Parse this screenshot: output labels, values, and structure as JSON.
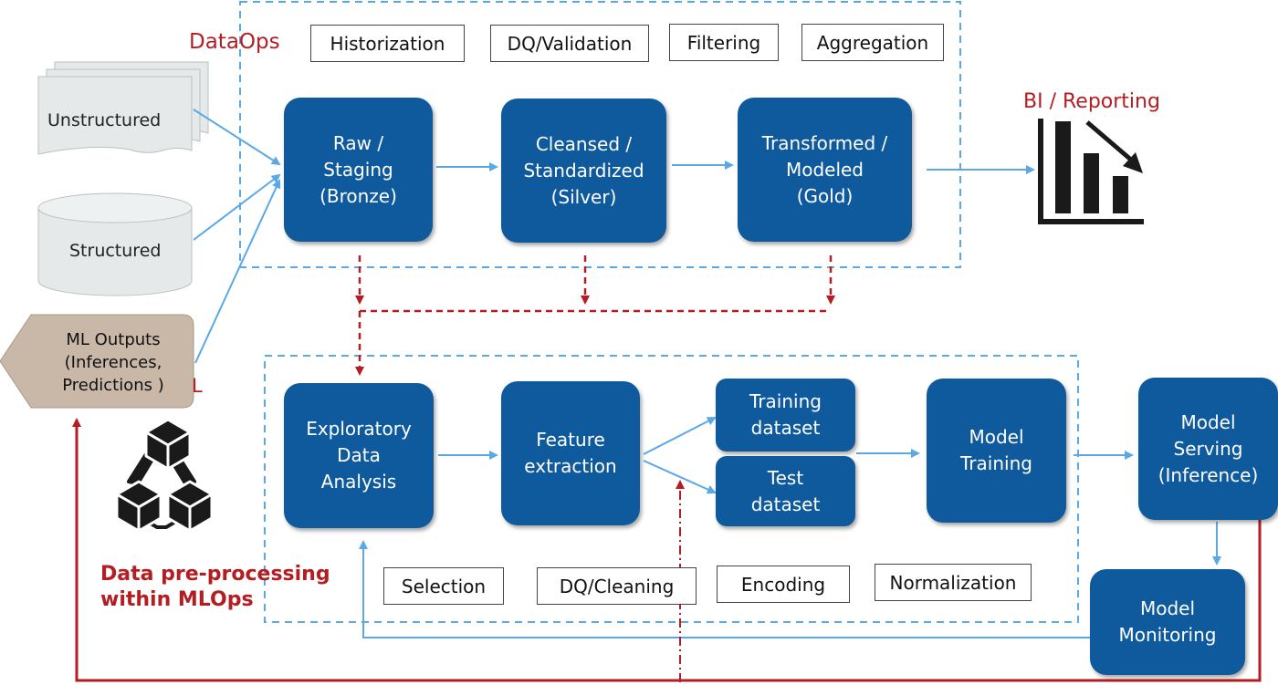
{
  "colors": {
    "box_blue": "#0e5a9d",
    "flow_blue": "#5aa8e6",
    "accent_red": "#b41e22",
    "source_gray": "#e6e9e9",
    "ml_outputs_tan": "#c9b8a8"
  },
  "dataops": {
    "title": "DataOps",
    "steps": [
      "Historization",
      "DQ/Validation",
      "Filtering",
      "Aggregation"
    ],
    "stages": {
      "bronze": [
        "Raw /",
        "Staging",
        "(Bronze)"
      ],
      "silver": [
        "Cleansed /",
        "Standardized",
        "(Silver)"
      ],
      "gold": [
        "Transformed /",
        "Modeled",
        "(Gold)"
      ]
    }
  },
  "sources": {
    "unstructured": "Unstructured",
    "structured": "Structured",
    "ml_outputs": [
      "ML Outputs",
      "(Inferences,",
      "Predictions )"
    ],
    "stray_mark": "L"
  },
  "bi": {
    "label": "BI / Reporting",
    "icon": "bar-chart-decline-icon"
  },
  "mlops": {
    "title": [
      "Data pre-processing",
      "within MLOps"
    ],
    "icon": "connected-cubes-icon",
    "steps": [
      "Selection",
      "DQ/Cleaning",
      "Encoding",
      "Normalization"
    ],
    "stages": {
      "eda": [
        "Exploratory",
        "Data",
        "Analysis"
      ],
      "feature": [
        "Feature",
        "extraction"
      ],
      "training_dataset": [
        "Training",
        "dataset"
      ],
      "test_dataset": [
        "Test",
        "dataset"
      ],
      "model_training": [
        "Model",
        "Training"
      ],
      "model_serving": [
        "Model",
        "Serving",
        "(Inference)"
      ],
      "model_monitoring": [
        "Model",
        "Monitoring"
      ]
    }
  }
}
